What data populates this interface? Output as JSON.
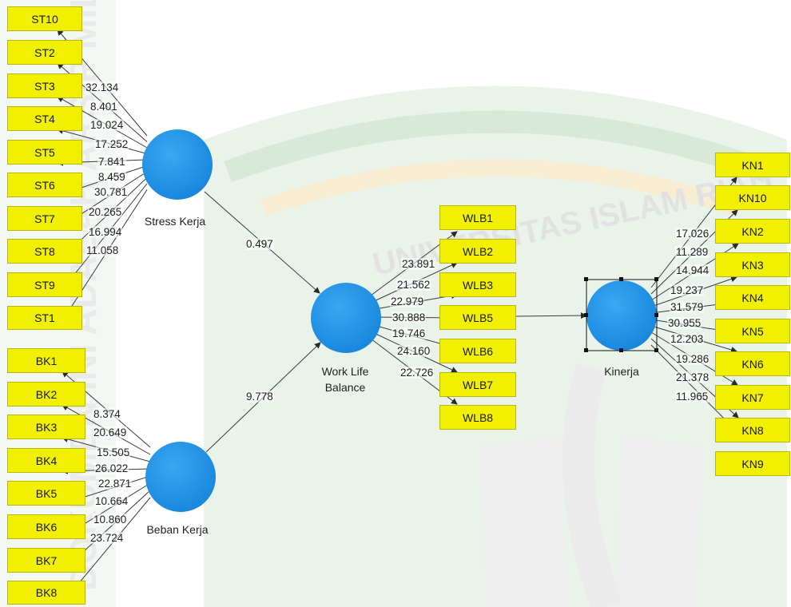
{
  "watermark_text": "UNIVERSITAS ISLAM RIAU",
  "side_watermark_text": "DOKUMEN INI ADALAH ARSIP MILIK",
  "colors": {
    "indicator_fill": "#f0f000",
    "construct_fill": "#1a8fe6",
    "line": "#3a3a3a"
  },
  "constructs": {
    "stress": "Stress Kerja",
    "beban": "Beban Kerja",
    "wlb_line1": "Work Life",
    "wlb_line2": "Balance",
    "kinerja": "Kinerja"
  },
  "indicators": {
    "st": [
      "ST10",
      "ST2",
      "ST3",
      "ST4",
      "ST5",
      "ST6",
      "ST7",
      "ST8",
      "ST9",
      "ST1"
    ],
    "bk": [
      "BK1",
      "BK2",
      "BK3",
      "BK4",
      "BK5",
      "BK6",
      "BK7",
      "BK8"
    ],
    "wlb": [
      "WLB1",
      "WLB2",
      "WLB3",
      "WLB5",
      "WLB6",
      "WLB7",
      "WLB8"
    ],
    "kn": [
      "KN1",
      "KN10",
      "KN2",
      "KN3",
      "KN4",
      "KN5",
      "KN6",
      "KN7",
      "KN8",
      "KN9"
    ]
  },
  "weights": {
    "st": [
      "32.134",
      "8.401",
      "19.024",
      "17.252",
      "7.841",
      "8.459",
      "30.781",
      "20.265",
      "16.994",
      "11.058"
    ],
    "bk": [
      "8.374",
      "20.649",
      "15.505",
      "26.022",
      "22.871",
      "10.664",
      "10.860",
      "23.724"
    ],
    "wlb": [
      "23.891",
      "21.562",
      "22.979",
      "30.888",
      "19.746",
      "24.160",
      "22.726"
    ],
    "kn": [
      "17.026",
      "11.289",
      "14.944",
      "19.237",
      "31.579",
      "30.955",
      "12.203",
      "19.286",
      "21.378",
      "11.965"
    ]
  },
  "paths": {
    "stress_to_wlb": "0.497",
    "beban_to_wlb": "9.778"
  }
}
